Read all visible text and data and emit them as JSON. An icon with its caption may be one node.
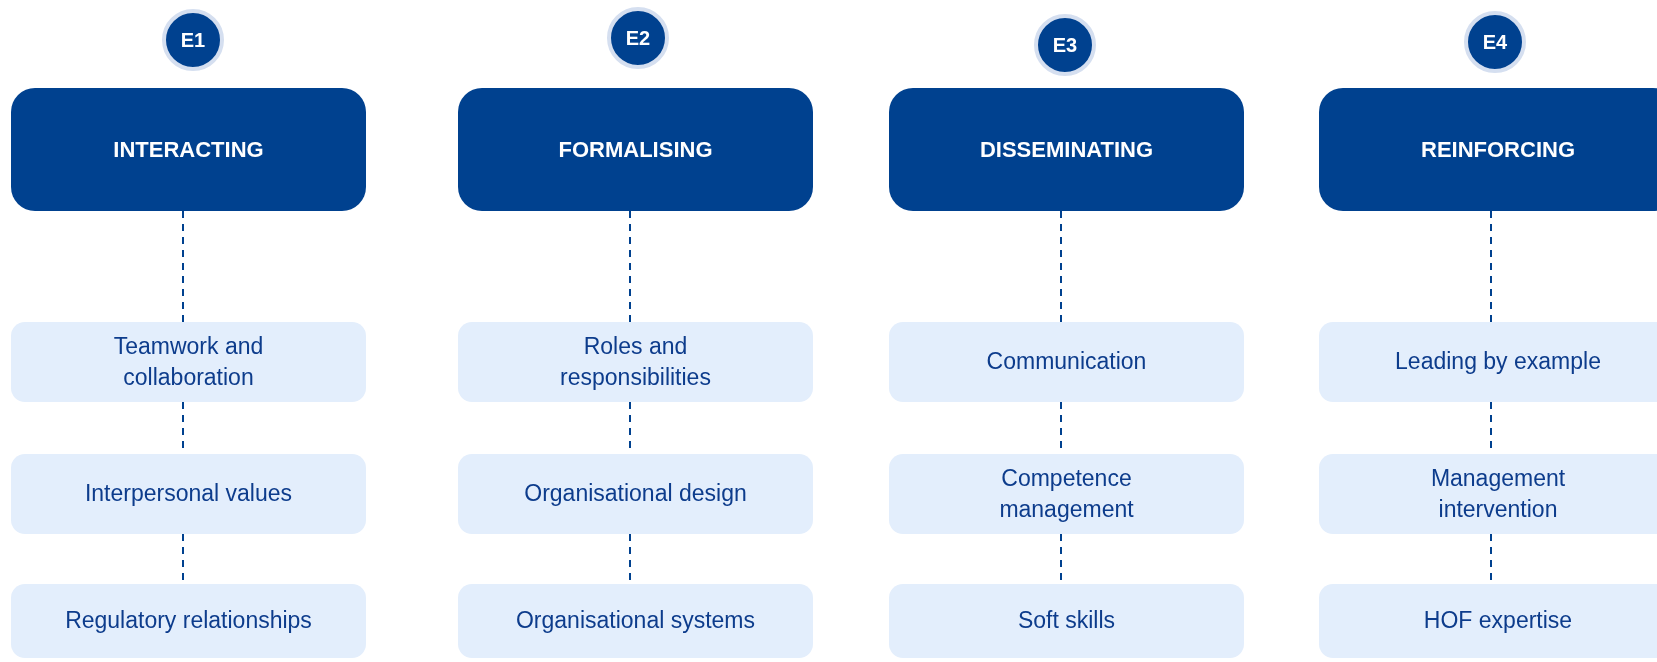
{
  "diagram": {
    "nodes": [
      {
        "text": [
          "E1"
        ]
      },
      {
        "text": [
          "INTERACTING"
        ]
      },
      {
        "text": [
          "Teamwork and collaboration"
        ]
      },
      {
        "text": [
          "Interpersonal values"
        ]
      },
      {
        "text": [
          "Regulatory relationships"
        ]
      },
      {
        "text": [
          "E2"
        ]
      },
      {
        "text": [
          "FORMALISING"
        ]
      },
      {
        "text": [
          "Roles and responsibilities"
        ]
      },
      {
        "text": [
          "Organisational design"
        ]
      },
      {
        "text": [
          "Organisational systems"
        ]
      },
      {
        "text": [
          "E3"
        ]
      },
      {
        "text": [
          "DISSEMINATING"
        ]
      },
      {
        "text": [
          "Communication"
        ]
      },
      {
        "text": [
          "Competence management"
        ]
      },
      {
        "text": [
          "Soft skills"
        ]
      },
      {
        "text": [
          "E4"
        ]
      },
      {
        "text": [
          "REINFORCING"
        ]
      },
      {
        "text": [
          "Leading by example"
        ]
      },
      {
        "text": [
          "Management intervention"
        ]
      },
      {
        "text": [
          "HOF expertise"
        ]
      }
    ],
    "edges": [
      {
        "from": 1,
        "to": 2,
        "arrow": "none",
        "style": "dashed"
      },
      {
        "from": 2,
        "to": 3,
        "arrow": "none",
        "style": "dashed"
      },
      {
        "from": 3,
        "to": 4,
        "arrow": "none",
        "style": "dashed"
      },
      {
        "from": 6,
        "to": 7,
        "arrow": "none",
        "style": "dashed"
      },
      {
        "from": 7,
        "to": 8,
        "arrow": "none",
        "style": "dashed"
      },
      {
        "from": 8,
        "to": 9,
        "arrow": "none",
        "style": "dashed"
      },
      {
        "from": 11,
        "to": 12,
        "arrow": "none",
        "style": "dashed"
      },
      {
        "from": 12,
        "to": 13,
        "arrow": "none",
        "style": "dashed"
      },
      {
        "from": 13,
        "to": 14,
        "arrow": "none",
        "style": "dashed"
      },
      {
        "from": 16,
        "to": 17,
        "arrow": "none",
        "style": "dashed"
      },
      {
        "from": 17,
        "to": 18,
        "arrow": "none",
        "style": "dashed"
      },
      {
        "from": 18,
        "to": 19,
        "arrow": "none",
        "style": "dashed"
      }
    ]
  }
}
